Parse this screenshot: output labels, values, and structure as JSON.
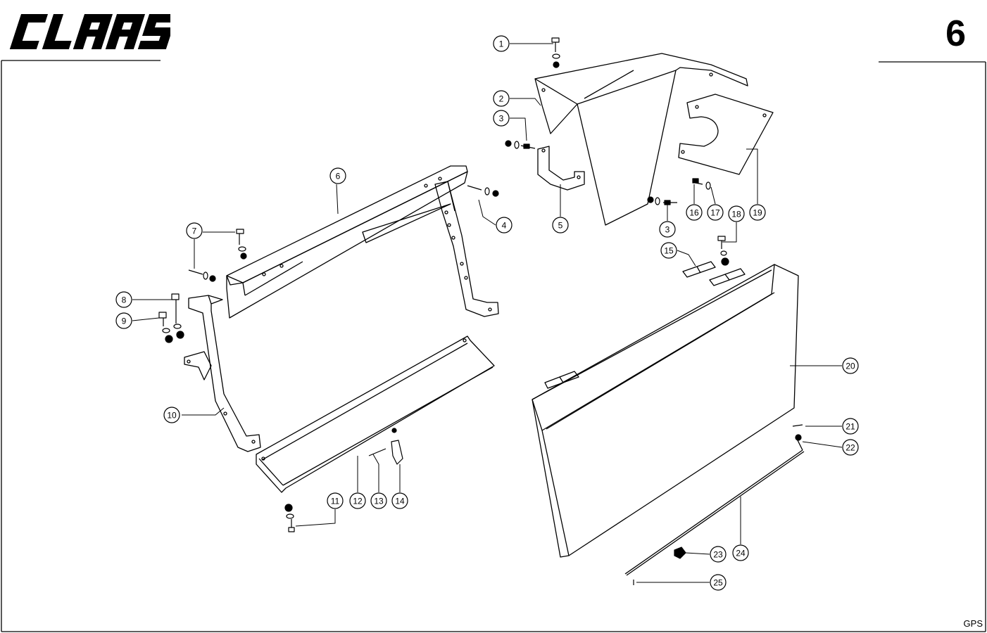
{
  "header": {
    "brand_logo": "CLAAS",
    "page_number": "6"
  },
  "footer": {
    "code": "GPS"
  },
  "diagram": {
    "callouts": [
      "1",
      "2",
      "3",
      "3",
      "4",
      "5",
      "6",
      "7",
      "8",
      "9",
      "10",
      "11",
      "12",
      "13",
      "14",
      "15",
      "16",
      "17",
      "18",
      "19",
      "20",
      "21",
      "22",
      "23",
      "24",
      "25"
    ]
  },
  "colors": {
    "ink": "#000000",
    "paper": "#ffffff"
  }
}
